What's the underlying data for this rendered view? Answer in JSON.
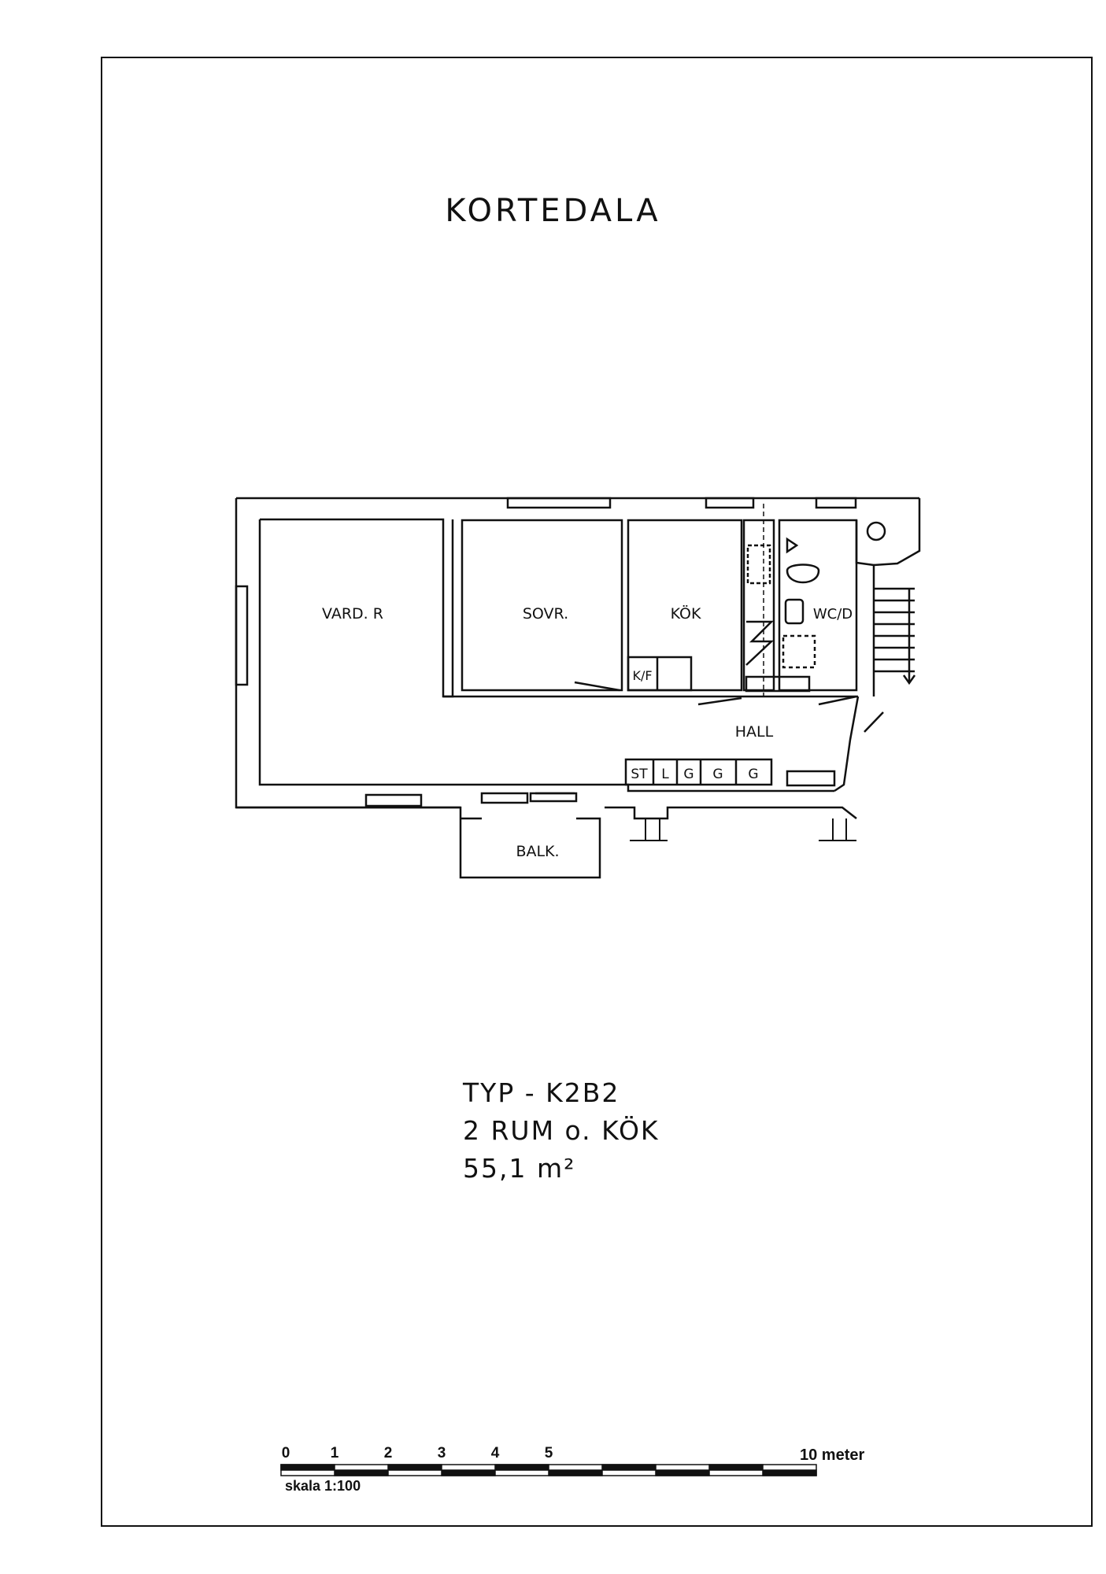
{
  "document": {
    "title": "KORTEDALA",
    "rooms": {
      "vardr": "VARD. R",
      "sovr": "SOVR.",
      "kok": "KÖK",
      "wcd": "WC/D",
      "hall": "HALL",
      "balk": "BALK.",
      "kf": "K/F"
    },
    "storage": [
      "ST",
      "L",
      "G",
      "G",
      "G"
    ],
    "type_block": {
      "type": "TYP - K2B2",
      "rooms": "2 RUM o. KÖK",
      "area": "55,1 m²"
    },
    "scale_bar": {
      "tick_labels": [
        "0",
        "1",
        "2",
        "3",
        "4",
        "5"
      ],
      "end_label": "10 meter",
      "scale_text": "skala 1:100"
    }
  }
}
